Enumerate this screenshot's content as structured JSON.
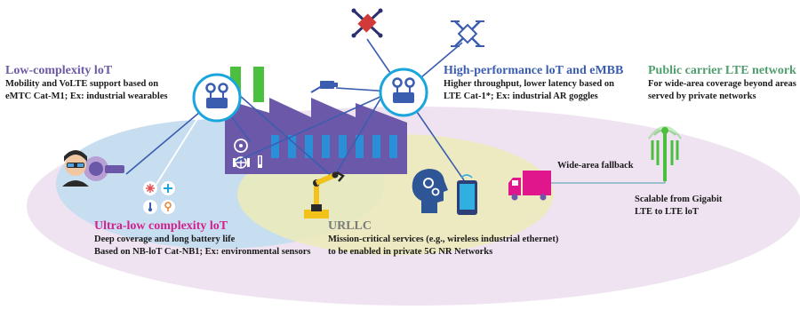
{
  "colors": {
    "purple": "#6c5aa5",
    "magenta": "#d4208c",
    "blue": "#3b5db0",
    "green": "#4f9e6e",
    "urllc_gray": "#7a7a7a",
    "factory": "#6c58a8",
    "ellipse_pink": "#efe3f1",
    "ellipse_blue": "#c7ddf0",
    "ellipse_yellow": "#ecebb8",
    "truck": "#e0168c",
    "tower": "#4bbf3e",
    "bubble_ring": "#1aa6dc"
  },
  "low_iot": {
    "title": "Low-complexity loT",
    "line1": "Mobility and VoLTE support based on",
    "line2": "eMTC Cat-M1; Ex: industrial wearables"
  },
  "high_iot": {
    "title": "High-performance loT and eMBB",
    "line1": "Higher throughput, lower latency based on",
    "line2": "LTE Cat-1*; Ex: industrial AR goggles"
  },
  "public_lte": {
    "title": "Public carrier  LTE network",
    "line1": "For wide-area coverage beyond areas",
    "line2": "served by private networks"
  },
  "fallback": {
    "label": "Wide-area fallback"
  },
  "scalable": {
    "line1": "Scalable from Gigabit",
    "line2": "LTE to LTE loT"
  },
  "ultra_low_iot": {
    "title": "Ultra-low complexity loT",
    "line1": "Deep coverage and long battery life",
    "line2": "Based on NB-loT Cat-NB1; Ex: environmental sensors"
  },
  "urllc": {
    "title": "URLLC",
    "line1": "Mission-critical services (e.g., wireless industrial ethernet)",
    "line2": "to be enabled in private 5G NR Networks"
  },
  "icons": [
    "drone-icon",
    "router-icon",
    "worker-icon",
    "sensor-icon",
    "robot-arm-icon",
    "ai-head-icon",
    "smartphone-icon",
    "truck-icon",
    "cell-tower-icon",
    "factory-icon",
    "camera-icon",
    "meter-icon"
  ]
}
